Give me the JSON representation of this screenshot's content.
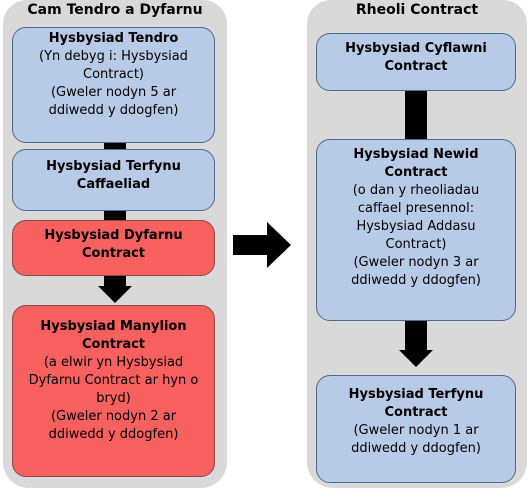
{
  "left_panel": {
    "title": "Cam Tendro a Dyfarnu",
    "boxes": [
      {
        "title_lines": [
          "Hysbysiad Tendro"
        ],
        "body_lines": [
          "(Yn debyg i: Hysbysiad",
          "Contract)",
          "(Gweler nodyn 5 ar",
          "ddiwedd y ddogfen)"
        ]
      },
      {
        "title_lines": [
          "Hysbysiad Terfynu",
          "Caffaeliad"
        ],
        "body_lines": []
      },
      {
        "title_lines": [
          "Hysbysiad Dyfarnu",
          "Contract"
        ],
        "body_lines": []
      },
      {
        "title_lines": [
          "Hysbysiad Manylion",
          "Contract"
        ],
        "body_lines": [
          "(a elwir yn Hysbysiad",
          "Dyfarnu Contract ar hyn o",
          "bryd)",
          "(Gweler nodyn 2 ar",
          "ddiwedd y ddogfen)"
        ]
      }
    ]
  },
  "right_panel": {
    "title": "Rheoli Contract",
    "boxes": [
      {
        "title_lines": [
          "Hysbysiad Cyflawni",
          "Contract"
        ],
        "body_lines": []
      },
      {
        "title_lines": [
          "Hysbysiad Newid",
          "Contract"
        ],
        "body_lines": [
          "(o dan y rheoliadau",
          "caffael presennol:",
          "Hysbysiad Addasu",
          "Contract)",
          "(Gweler nodyn 3 ar",
          "ddiwedd y ddogfen)"
        ]
      },
      {
        "title_lines": [
          "Hysbysiad Terfynu",
          "Contract"
        ],
        "body_lines": [
          "(Gweler nodyn 1 ar",
          "ddiwedd y ddogfen)"
        ]
      }
    ]
  },
  "colors": {
    "panel": "#d9d9d9",
    "blue_box": "#b8cbe6",
    "red_box": "#f86060",
    "arrow": "#000000"
  }
}
